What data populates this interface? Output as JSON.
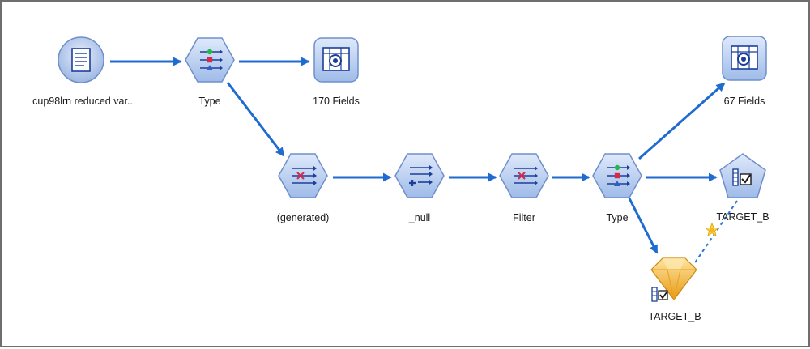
{
  "colors": {
    "link": "#1f6bd0",
    "model_link": "#2b79d6",
    "node_fill": "#b7cdf0",
    "node_stroke": "#6f8fcc",
    "icon_blue": "#1c3f9a",
    "model_gold": "#f3b73a",
    "label": "#1a1a1a"
  },
  "nodes": [
    {
      "id": "source",
      "label": "cup98lrn reduced var..",
      "kind": "source",
      "icon": "var-file-icon"
    },
    {
      "id": "type1",
      "label": "Type",
      "kind": "type",
      "icon": "type-icon"
    },
    {
      "id": "table1",
      "label": "170 Fields",
      "kind": "table",
      "icon": "table-icon"
    },
    {
      "id": "generated",
      "label": "(generated)",
      "kind": "filter",
      "icon": "filter-icon"
    },
    {
      "id": "null",
      "label": "_null",
      "kind": "derive",
      "icon": "derive-icon"
    },
    {
      "id": "filter",
      "label": "Filter",
      "kind": "filter",
      "icon": "filter-icon"
    },
    {
      "id": "type2",
      "label": "Type",
      "kind": "type",
      "icon": "type-icon"
    },
    {
      "id": "table2",
      "label": "67 Fields",
      "kind": "table",
      "icon": "table-icon"
    },
    {
      "id": "target_modeler",
      "label": "TARGET_B",
      "kind": "modeler",
      "icon": "auto-classifier-icon"
    },
    {
      "id": "target_nugget",
      "label": "TARGET_B",
      "kind": "nugget",
      "icon": "model-nugget-icon"
    }
  ],
  "links": [
    {
      "from": "source",
      "to": "type1"
    },
    {
      "from": "type1",
      "to": "table1"
    },
    {
      "from": "type1",
      "to": "generated"
    },
    {
      "from": "generated",
      "to": "null"
    },
    {
      "from": "null",
      "to": "filter"
    },
    {
      "from": "filter",
      "to": "type2"
    },
    {
      "from": "type2",
      "to": "table2"
    },
    {
      "from": "type2",
      "to": "target_modeler"
    },
    {
      "from": "type2",
      "to": "target_nugget"
    }
  ],
  "model_links": [
    {
      "from": "target_modeler",
      "to": "target_nugget",
      "icon": "refresh-star-icon"
    }
  ]
}
